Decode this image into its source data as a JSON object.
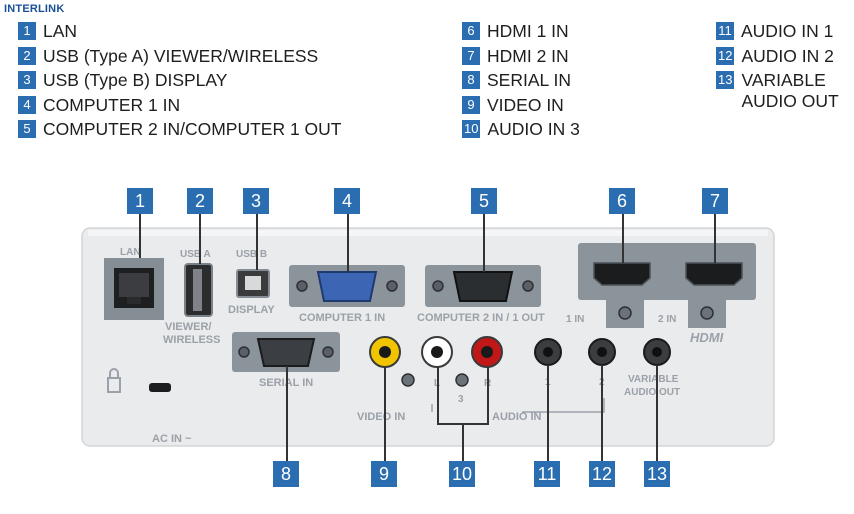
{
  "brand": "INTERLINK",
  "legend": {
    "col1": [
      {
        "num": "1",
        "label": "LAN"
      },
      {
        "num": "2",
        "label": "USB (Type A) VIEWER/WIRELESS"
      },
      {
        "num": "3",
        "label": "USB (Type B) DISPLAY"
      },
      {
        "num": "4",
        "label": "COMPUTER 1 IN"
      },
      {
        "num": "5",
        "label": "COMPUTER 2 IN/COMPUTER 1 OUT"
      }
    ],
    "col2": [
      {
        "num": "6",
        "label": "HDMI 1 IN"
      },
      {
        "num": "7",
        "label": "HDMI 2 IN"
      },
      {
        "num": "8",
        "label": "SERIAL IN"
      },
      {
        "num": "9",
        "label": "VIDEO IN"
      },
      {
        "num": "10",
        "label": "AUDIO IN 3"
      }
    ],
    "col3": [
      {
        "num": "11",
        "label": "AUDIO IN 1"
      },
      {
        "num": "12",
        "label": "AUDIO IN 2"
      },
      {
        "num": "13",
        "label": "VARIABLE AUDIO OUT"
      }
    ]
  },
  "callouts": {
    "c1": "1",
    "c2": "2",
    "c3": "3",
    "c4": "4",
    "c5": "5",
    "c6": "6",
    "c7": "7",
    "c8": "8",
    "c9": "9",
    "c10": "10",
    "c11": "11",
    "c12": "12",
    "c13": "13"
  },
  "panel_labels": {
    "lan": "LAN",
    "usb_a": "USB A",
    "usb_b": "USB B",
    "viewer": "VIEWER/",
    "wireless": "WIRELESS",
    "display": "DISPLAY",
    "computer1_in": "COMPUTER 1 IN",
    "computer2_in_1_out": "COMPUTER 2 IN / 1 OUT",
    "serial_in": "SERIAL IN",
    "video_in": "VIDEO IN",
    "audio_in": "AUDIO IN",
    "audio_l": "L",
    "audio_r": "R",
    "audio_3": "3",
    "audio_1": "1",
    "audio_2": "2",
    "variable": "VARIABLE",
    "audio_out": "AUDIO OUT",
    "hdmi_1_in": "1 IN",
    "hdmi_2_in": "2 IN",
    "hdmi_logo": "HDMI",
    "ac_in": "AC IN ~"
  },
  "colors": {
    "callout": "#2a6db0",
    "panel": "#e9eaeb",
    "port_surround": "#8d969e",
    "vga_blue": "#3b64b0",
    "rca_yellow": "#f2c400",
    "rca_red": "#c01818",
    "rca_white": "#ffffff"
  }
}
